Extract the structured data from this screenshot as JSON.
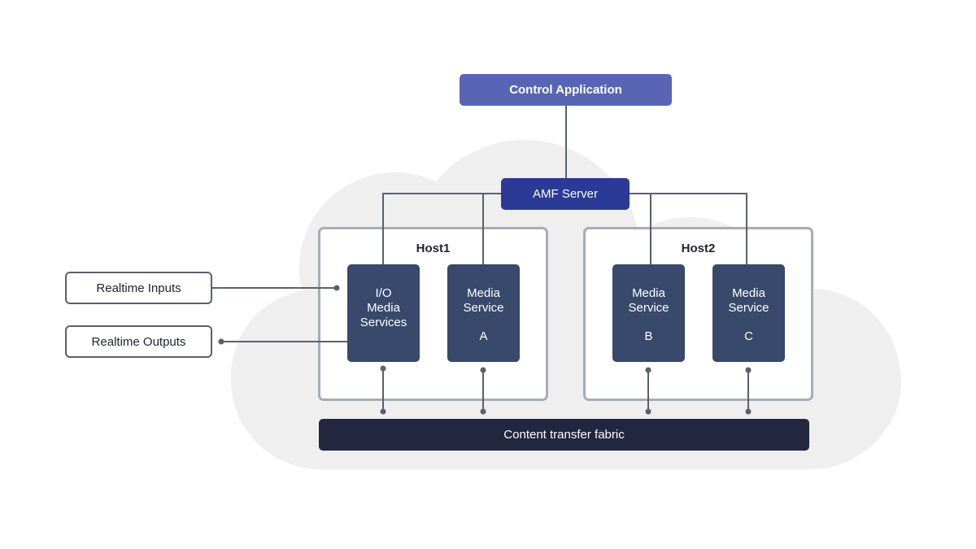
{
  "colors": {
    "cloud": "#efefef",
    "control_app": "#5865b5",
    "amf_server": "#2b3a96",
    "service": "#39496b",
    "fabric": "#22263f",
    "host_border": "#a5acb8",
    "line": "#5b606b"
  },
  "control_application": {
    "label": "Control Application"
  },
  "amf_server": {
    "label": "AMF Server"
  },
  "hosts": [
    {
      "name": "Host1"
    },
    {
      "name": "Host2"
    }
  ],
  "services": {
    "io": {
      "line1": "I/O",
      "line2": "Media",
      "line3": "Services"
    },
    "a": {
      "line1": "Media",
      "line2": "Service",
      "letter": "A"
    },
    "b": {
      "line1": "Media",
      "line2": "Service",
      "letter": "B"
    },
    "c": {
      "line1": "Media",
      "line2": "Service",
      "letter": "C"
    }
  },
  "realtime_inputs": {
    "label": "Realtime Inputs"
  },
  "realtime_outputs": {
    "label": "Realtime Outputs"
  },
  "fabric": {
    "label": "Content transfer fabric"
  }
}
